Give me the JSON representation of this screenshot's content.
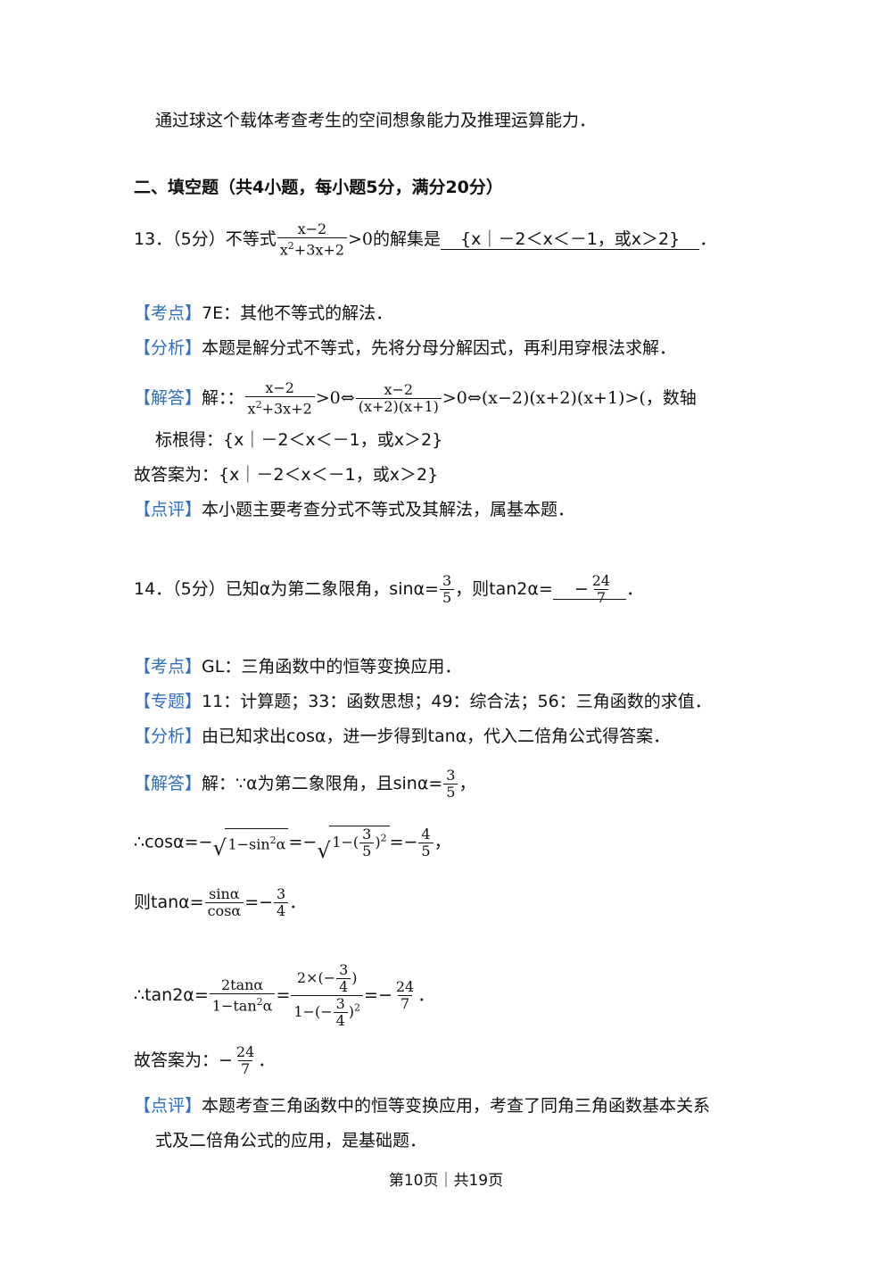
{
  "lines": {
    "l01": "通过球这个载体考查考生的空间想象能力及推理运算能力．",
    "l02": "二、填空题（共4小题，每小题5分，满分20分）",
    "q13_prefix": "13．（5分）不等式",
    "q13_frac_num": "x−2",
    "q13_frac_den_a": "x",
    "q13_frac_den_sup": "2",
    "q13_frac_den_b": "+3x+2",
    "q13_gt": ">0",
    "q13_mid": "的解集是",
    "q13_answer": "{x｜－2＜x＜－1，或x＞2}",
    "q13_end": "．",
    "t_kaodian": "【考点】",
    "q13_kaodian": "7E：其他不等式的解法．",
    "t_fenxi": "【分析】",
    "q13_fenxi": "本题是解分式不等式，先将分母分解因式，再利用穿根法求解．",
    "t_jieda": "【解答】",
    "q13_jieda_a": "解：：",
    "q13_jieda_f1_num": "x−2",
    "q13_jieda_f1_den_a": "x",
    "q13_jieda_f1_den_sup": "2",
    "q13_jieda_f1_den_b": "+3x+2",
    "q13_jieda_b": ">0⇔",
    "q13_jieda_f2_num": "x−2",
    "q13_jieda_f2_den": "(x+2)(x+1)",
    "q13_jieda_c": ">0⇔(x−2)(x+2)(x+1)>(，数轴",
    "q13_jieda_d": "标根得：{x｜－2＜x＜－1，或x＞2}",
    "q13_gudaan": "故答案为：{x｜－2＜x＜－1，或x＞2}",
    "t_dianping": "【点评】",
    "q13_dianping": "本小题主要考查分式不等式及其解法，属基本题．",
    "q14_prefix": "14．（5分）已知α为第二象限角，sinα=",
    "q14_f_num": "3",
    "q14_f_den": "5",
    "q14_mid": "，则tan2α=",
    "q14_ans_sign": "−",
    "q14_ans_num": "24",
    "q14_ans_den": "7",
    "q14_end": "．",
    "q14_kaodian": "GL：三角函数中的恒等变换应用．",
    "t_zhuanti": "【专题】",
    "q14_zhuanti": "11：计算题；33：函数思想；49：综合法；56：三角函数的求值．",
    "q14_fenxi": "由已知求出cosα，进一步得到tanα，代入二倍角公式得答案．",
    "q14_jieda_a": "解：∵α为第二象限角，且sinα=",
    "q14_jieda_num": "3",
    "q14_jieda_den": "5",
    "q14_jieda_end": "，",
    "cos_a": "∴cosα=−",
    "cos_rad1_a": "1−sin",
    "cos_rad1_sup": "2",
    "cos_rad1_b": "α",
    "cos_b": "=−",
    "cos_rad2_a": "1−(",
    "cos_rad2_num": "3",
    "cos_rad2_den": "5",
    "cos_rad2_b": ")",
    "cos_rad2_sup": "2",
    "cos_c": "=−",
    "cos_num": "4",
    "cos_den": "5",
    "cos_end": "，",
    "tan_a": "则tanα=",
    "tan_f_num": "sinα",
    "tan_f_den": "cosα",
    "tan_b": "=−",
    "tan_num": "3",
    "tan_den": "4",
    "tan_end": "．",
    "t2_a": "∴tan2α=",
    "t2_f1_num": "2tanα",
    "t2_f1_den_a": "1−tan",
    "t2_f1_den_sup": "2",
    "t2_f1_den_b": "α",
    "t2_b": "=",
    "t2_f2_num_a": "2×(−",
    "t2_f2_num_n": "3",
    "t2_f2_num_d": "4",
    "t2_f2_num_b": ")",
    "t2_f2_den_a": "1−(−",
    "t2_f2_den_n": "3",
    "t2_f2_den_d": "4",
    "t2_f2_den_b": ")",
    "t2_f2_den_sup": "2",
    "t2_c": "=−",
    "t2_num": "24",
    "t2_den": "7",
    "t2_end": "．",
    "q14_gudaan_a": "故答案为：−",
    "q14_gudaan_num": "24",
    "q14_gudaan_den": "7",
    "q14_gudaan_end": "．",
    "q14_dianping_1": "本题考查三角函数中的恒等变换应用，考查了同角三角函数基本关系",
    "q14_dianping_2": "式及二倍角公式的应用，是基础题．"
  },
  "footer": "第10页｜共19页"
}
